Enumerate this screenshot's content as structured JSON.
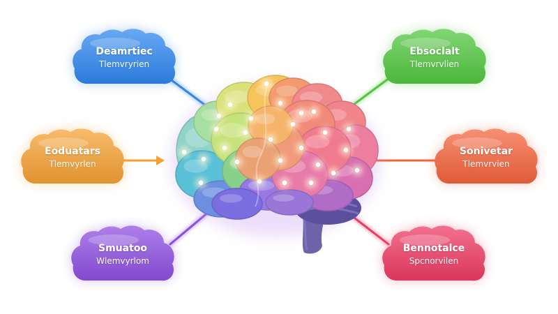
{
  "nodes": [
    {
      "id": "top-left",
      "title": "Deamrtiec",
      "subtitle": "Tlemvryrien",
      "color": "#2f86ee"
    },
    {
      "id": "mid-left",
      "title": "Eoduatars",
      "subtitle": "Tlemvyrlen",
      "color": "#f5a033"
    },
    {
      "id": "bottom-left",
      "title": "Smuatoo",
      "subtitle": "Wlemvyrlom",
      "color": "#8d4fe0"
    },
    {
      "id": "top-right",
      "title": "Ebsoclalt",
      "subtitle": "Tlemvrvlien",
      "color": "#52c63f"
    },
    {
      "id": "mid-right",
      "title": "Sonivetar",
      "subtitle": "Tlemvrvien",
      "color": "#f4633c"
    },
    {
      "id": "bottom-right",
      "title": "Bennotalce",
      "subtitle": "Spcnorvilen",
      "color": "#ee3a63"
    }
  ],
  "connectors": {
    "top-left": "#2f86ee",
    "mid-left": "#f5a033",
    "bottom-left": "#8d4fe0",
    "top-right": "#52c63f",
    "mid-right": "#f4633c",
    "bottom-right": "#ee3a63"
  }
}
